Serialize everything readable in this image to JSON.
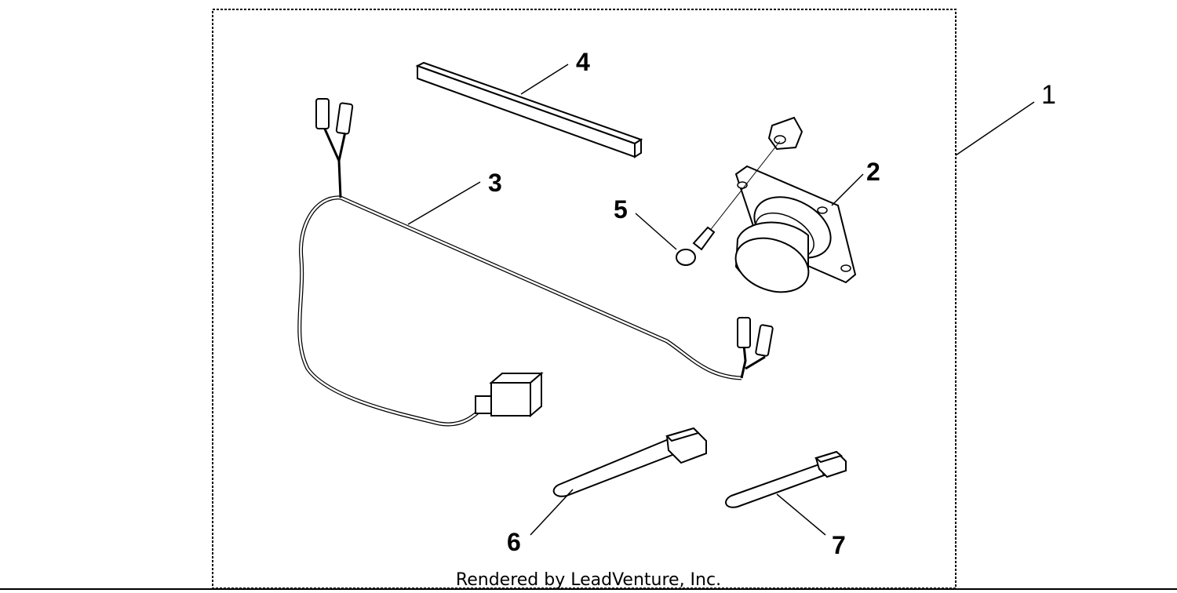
{
  "callouts": {
    "c1": "1",
    "c2": "2",
    "c3": "3",
    "c4": "4",
    "c5": "5",
    "c6": "6",
    "c7": "7"
  },
  "credit": "Rendered by LeadVenture, Inc."
}
